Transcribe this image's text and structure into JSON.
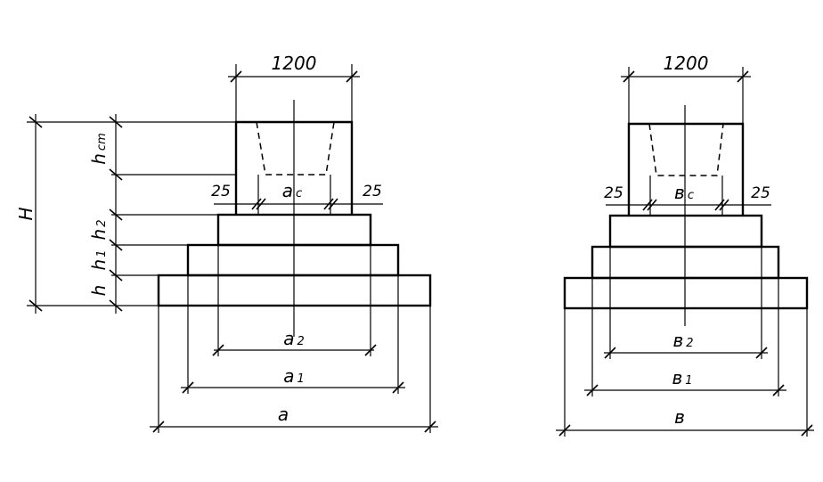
{
  "left": {
    "top_width": "1200",
    "off_left": "25",
    "off_right": "25",
    "ac": {
      "main": "a",
      "sub": "c"
    },
    "a2": {
      "main": "a",
      "sub": "2"
    },
    "a1": {
      "main": "a",
      "sub": "1"
    },
    "a": {
      "main": "a"
    },
    "H": "H",
    "hst": {
      "main": "h",
      "sub": "cm"
    },
    "h2": {
      "main": "h",
      "sub": "2"
    },
    "h1": {
      "main": "h",
      "sub": "1"
    },
    "h": {
      "main": "h"
    }
  },
  "right": {
    "top_width": "1200",
    "off_left": "25",
    "off_right": "25",
    "bc": {
      "main": "в",
      "sub": "c"
    },
    "b2": {
      "main": "в",
      "sub": "2"
    },
    "b1": {
      "main": "в",
      "sub": "1"
    },
    "b": {
      "main": "в"
    }
  }
}
